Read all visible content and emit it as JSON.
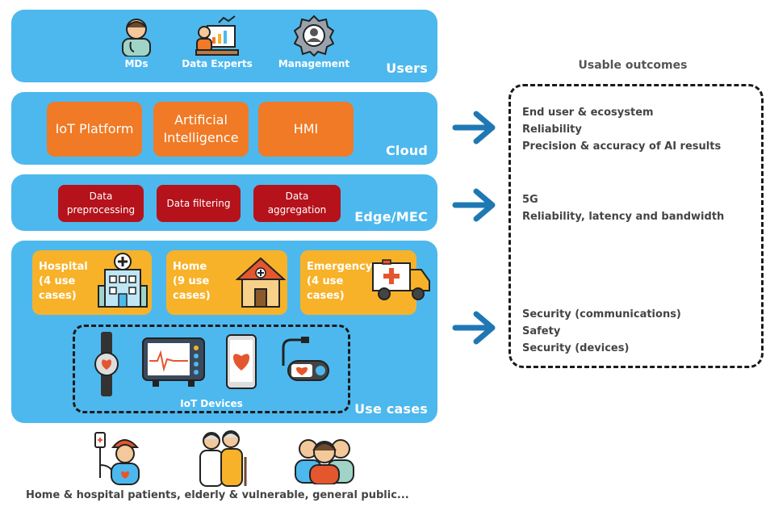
{
  "layers": {
    "users": {
      "label": "Users",
      "items": [
        {
          "label": "MDs",
          "icon": "doctor-icon"
        },
        {
          "label": "Data Experts",
          "icon": "data-expert-icon"
        },
        {
          "label": "Management",
          "icon": "management-gear-icon"
        }
      ]
    },
    "cloud": {
      "label": "Cloud",
      "items": [
        "IoT Platform",
        "Artificial Intelligence",
        "HMI"
      ]
    },
    "edge": {
      "label": "Edge/MEC",
      "items": [
        "Data preprocessing",
        "Data filtering",
        "Data aggregation"
      ]
    },
    "use_cases": {
      "label": "Use cases",
      "items": [
        {
          "text": "Hospital\n(4 use\ncases)",
          "icon": "hospital-icon"
        },
        {
          "text": "Home\n(9 use\ncases)",
          "icon": "home-icon"
        },
        {
          "text": "Emergency\n(4 use\ncases)",
          "icon": "ambulance-icon"
        }
      ],
      "iot_devices_label": "IoT Devices",
      "devices": [
        "smartwatch-icon",
        "patient-monitor-icon",
        "smartphone-heart-icon",
        "wearable-sensor-icon"
      ]
    }
  },
  "outcomes": {
    "title": "Usable outcomes",
    "cloud_group": [
      "End user & ecosystem",
      "Reliability",
      "Precision & accuracy of AI results"
    ],
    "edge_group": [
      "5G",
      "Reliability, latency and bandwidth"
    ],
    "use_case_group": [
      "Security (communications)",
      "Safety",
      "Security (devices)"
    ]
  },
  "population": {
    "caption": "Home & hospital patients, elderly & vulnerable, general public...",
    "icons": [
      "patient-iv-icon",
      "elderly-couple-icon",
      "group-people-icon"
    ]
  },
  "colors": {
    "layer_blue": "#4db8ee",
    "cloud_orange": "#f07a25",
    "edge_red": "#b5121b",
    "use_case_yellow": "#f7b229",
    "arrow_blue": "#1f78b4"
  }
}
